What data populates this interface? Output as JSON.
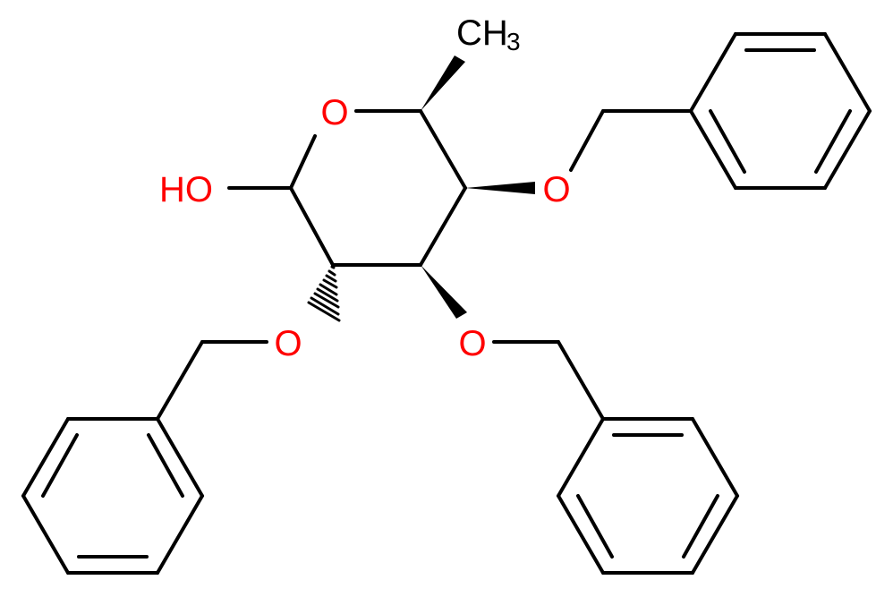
{
  "colors": {
    "bond": "#000000",
    "oxygen": "#ff0000",
    "carbon": "#000000"
  },
  "labels": {
    "ring_oxygen": "O",
    "hydroxyl": "HO",
    "ether_right": "O",
    "ether_lower_left": "O",
    "ether_lower_mid": "O",
    "methyl_main": "CH",
    "methyl_sub": "3"
  }
}
